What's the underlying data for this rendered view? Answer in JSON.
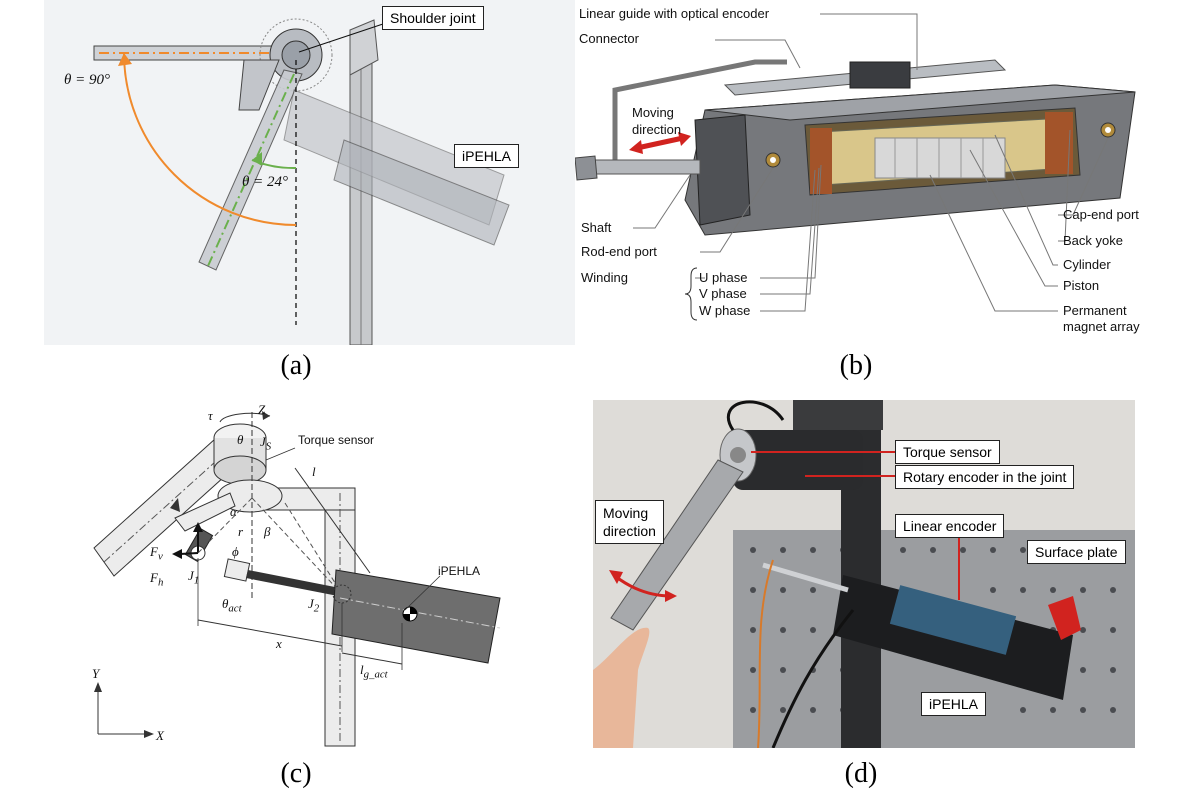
{
  "captions": {
    "a": "(a)",
    "b": "(b)",
    "c": "(c)",
    "d": "(d)"
  },
  "panel_a": {
    "shoulder_joint": "Shoulder joint",
    "theta90": "θ = 90°",
    "theta24": "θ = 24°",
    "ipehla": "iPEHLA"
  },
  "panel_b": {
    "linear_guide": "Linear guide with optical encoder",
    "connector": "Connector",
    "moving_direction_1": "Moving",
    "moving_direction_2": "direction",
    "shaft": "Shaft",
    "rod_end_port": "Rod-end port",
    "winding": "Winding",
    "u_phase": "U phase",
    "v_phase": "V phase",
    "w_phase": "W phase",
    "cap_end_port": "Cap-end port",
    "back_yoke": "Back yoke",
    "cylinder": "Cylinder",
    "piston": "Piston",
    "pm_array_1": "Permanent",
    "pm_array_2": "magnet array"
  },
  "panel_c": {
    "torque_sensor": "Torque sensor",
    "ipehla": "iPEHLA",
    "tau": "τ",
    "z": "Z",
    "theta": "θ",
    "js": "J",
    "js_sub": "S",
    "l": "l",
    "alpha": "α",
    "r": "r",
    "beta": "β",
    "phi": "ϕ",
    "fv": "F",
    "fv_sub": "v",
    "fh": "F",
    "fh_sub": "h",
    "j1": "J",
    "j1_sub": "1",
    "j2": "J",
    "j2_sub": "2",
    "theta_act": "θ",
    "theta_act_sub": "act",
    "x": "x",
    "lg_act": "l",
    "lg_act_sub": "g_act",
    "axis_y": "Y",
    "axis_x": "X"
  },
  "panel_d": {
    "torque_sensor": "Torque sensor",
    "rotary_encoder": "Rotary encoder in the joint",
    "linear_encoder": "Linear encoder",
    "surface_plate": "Surface plate",
    "moving_direction_1": "Moving",
    "moving_direction_2": "direction",
    "ipehla": "iPEHLA"
  },
  "colors": {
    "orange": "#f08a2c",
    "green": "#6ab04c",
    "red": "#d1231f"
  }
}
